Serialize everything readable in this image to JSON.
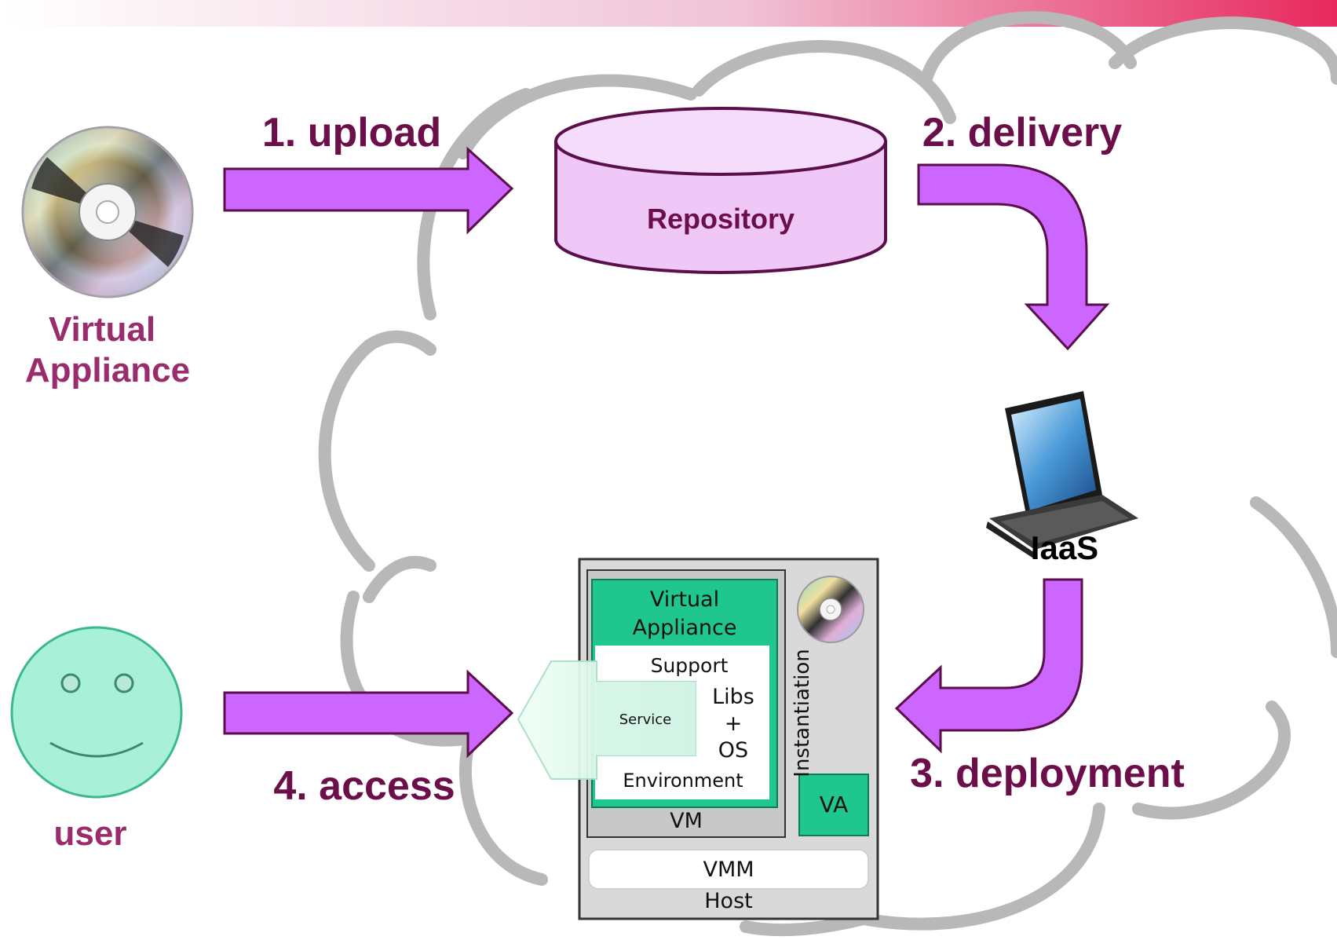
{
  "steps": {
    "upload": "1. upload",
    "delivery": "2. delivery",
    "deployment": "3. deployment",
    "access": "4. access"
  },
  "left_column": {
    "virtual_appliance_line1": "Virtual",
    "virtual_appliance_line2": "Appliance",
    "user": "user"
  },
  "repository": {
    "label": "Repository"
  },
  "iaas": {
    "label": "IaaS"
  },
  "host_box": {
    "va_line1": "Virtual",
    "va_line2": "Appliance",
    "support": "Support",
    "libs": "Libs",
    "plus": "+",
    "os": "OS",
    "environment": "Environment",
    "service": "Service",
    "vm": "VM",
    "instantiation": "Instantiation",
    "va_badge": "VA",
    "vmm": "VMM",
    "host": "Host"
  },
  "colors": {
    "arrow_fill": "#cc66ff",
    "arrow_stroke": "#5a0f4a",
    "step_text": "#6b0e4a",
    "label_text": "#9a2c6c",
    "cloud_stroke": "#b8b8b8",
    "repository_fill": "#f0c8f8",
    "va_green": "#1fc78f",
    "service_fill": "#d4f5e6",
    "smiley_fill": "#a8f0d8"
  },
  "icons": [
    "cd-disc-icon",
    "laptop-icon",
    "smiley-face-icon",
    "small-cd-disc-icon"
  ]
}
